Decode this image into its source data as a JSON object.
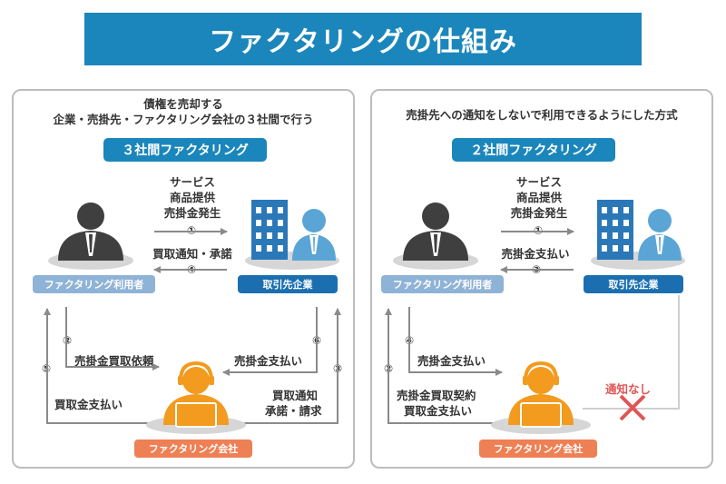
{
  "title": "ファクタリングの仕組み",
  "left": {
    "header_line1": "債権を売却する",
    "header_line2": "企業・売掛先・ファクタリング会社の３社間で行う",
    "subtitle": "３社間ファクタリング",
    "top_flow": [
      "サービス",
      "商品提供",
      "売掛金発生",
      "①"
    ],
    "notice_label": "買取通知・承諾",
    "notice_num": "④",
    "user_label": "ファクタリング利用者",
    "corp_label": "取引先企業",
    "factor_label": "ファクタリング会社",
    "num2": "②",
    "num5": "⑤",
    "num6": "⑥",
    "num3": "③",
    "req_label": "売掛金買取依頼",
    "pay_label": "買取金支払い",
    "collect_label": "売掛金支払い",
    "notice_req_1": "買取通知",
    "notice_req_2": "承諾・請求"
  },
  "right": {
    "header_line1": "売掛先への通知をしないで利用できるようにした方式",
    "subtitle": "２社間ファクタリング",
    "top_flow": [
      "サービス",
      "商品提供",
      "売掛金発生",
      "①"
    ],
    "pay_label": "売掛金支払い",
    "pay_num": "③",
    "user_label": "ファクタリング利用者",
    "corp_label": "取引先企業",
    "factor_label": "ファクタリング会社",
    "num4": "④",
    "num2": "②",
    "collect_label": "売掛金支払い",
    "contract_1": "売掛金買取契約",
    "contract_2": "買取金支払い",
    "no_notice": "通知なし"
  },
  "colors": {
    "banner": "#1b86bb",
    "person_dark": "#3f3f3f",
    "person_blue": "#5aa5d5",
    "building": "#2b78b8",
    "factor_orange": "#f29b1e",
    "arrow": "#8a8a8a",
    "cross": "#e05555"
  },
  "icons": [
    "person-icon",
    "building-icon",
    "operator-icon",
    "cross-icon"
  ]
}
